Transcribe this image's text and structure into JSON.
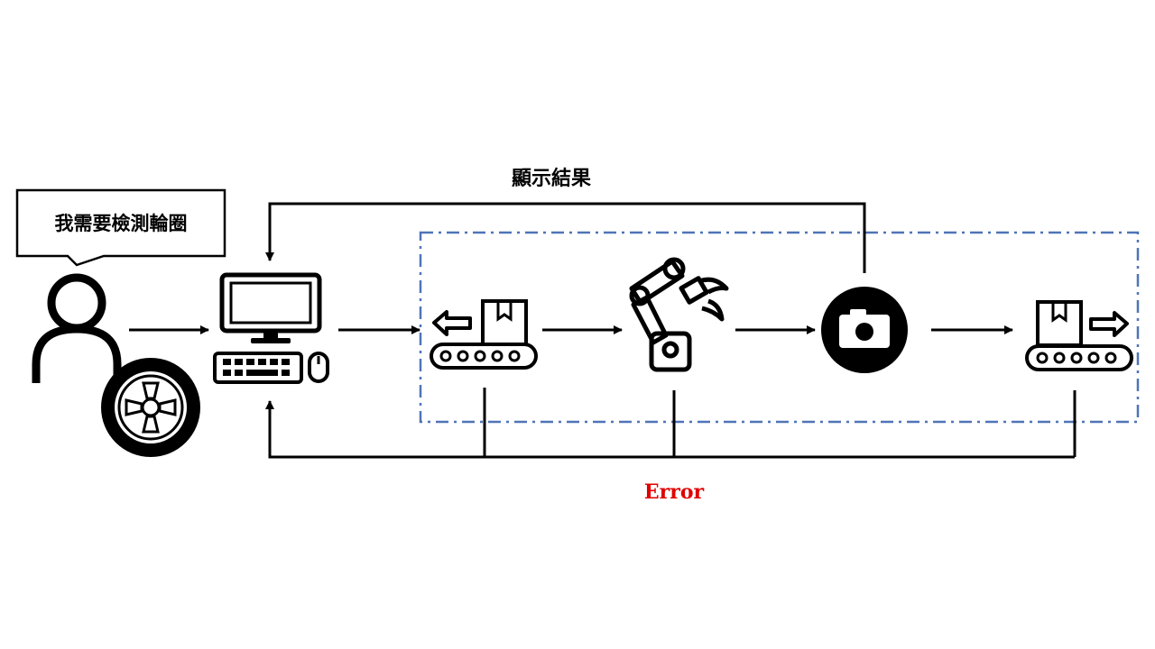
{
  "speech_bubble": {
    "text": "我需要檢測輪圈"
  },
  "labels": {
    "feedback": "顯示結果",
    "error": "Error"
  },
  "colors": {
    "line": "#000000",
    "dashed_box": "#4f74b8",
    "error": "#e00000",
    "background": "#ffffff"
  },
  "icons": {
    "user": "user-icon",
    "wheel": "wheel-rim-icon",
    "computer": "desktop-computer-icon",
    "conveyor_in": "conveyor-inbound-icon",
    "robot_arm": "robotic-arm-icon",
    "camera": "camera-icon",
    "conveyor_out": "conveyor-outbound-icon"
  }
}
